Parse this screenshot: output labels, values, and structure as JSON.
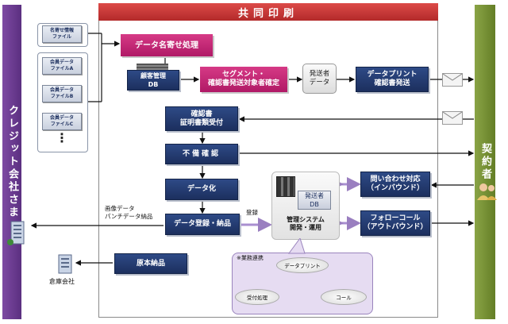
{
  "header": {
    "title": "共同印刷"
  },
  "left_bar": {
    "label": "クレジット会社さま"
  },
  "right_bar": {
    "label": "契約者"
  },
  "files": {
    "name_info": "名寄せ情報\nファイル",
    "member_a": "会員データ\nファイルA",
    "member_b": "会員データ\nファイルB",
    "member_c": "会員データ\nファイルC",
    "more": "⋮"
  },
  "boxes": {
    "data_name_merge": "データ名寄せ処理",
    "customer_db": "顧客管理\nDB",
    "segment": "セグメント・\n確認書発送対象者確定",
    "sender_data": "発送者\nデータ",
    "data_print": "データプリント\n確認書発送",
    "confirm_receive": "確認書\n証明書類受付",
    "defect_check": "不備確認",
    "digitize": "データ化",
    "data_register": "データ登録・納品",
    "original_delivery": "原本納品",
    "inquiry": "問い合わせ対応\n（インバウンド）",
    "follow_call": "フォローコール\n（アウトバウンド）"
  },
  "system": {
    "db_label": "発送者\nDB",
    "name": "管理システム\n開発・運用",
    "register_label": "登録"
  },
  "notes": {
    "image_data": "画像データ\nパンチデータ納品",
    "warehouse": "倉庫会社"
  },
  "workflow": {
    "title": "※業務連携",
    "node_print": "データプリント",
    "node_receive": "受付処理",
    "node_call": "コール"
  },
  "colors": {
    "navy": "#1f3466",
    "magenta": "#c0206f",
    "green": "#6e8a30",
    "purple": "#6a3e8c",
    "header_red": "#c8393a"
  }
}
